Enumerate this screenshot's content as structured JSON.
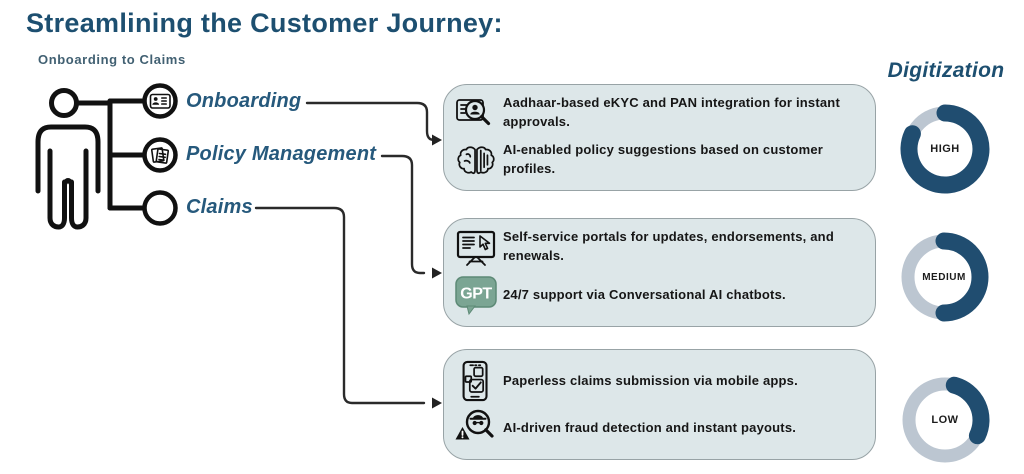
{
  "header": {
    "title": "Streamlining the Customer Journey:",
    "subtitle": "Onboarding to Claims"
  },
  "stages": [
    {
      "label": "Onboarding",
      "icon": "id-card-icon"
    },
    {
      "label": "Policy Management",
      "icon": "documents-icon"
    },
    {
      "label": "Claims",
      "icon": "green-check-icon"
    }
  ],
  "cards": [
    {
      "items": [
        {
          "icon": "ekyc-id-magnifier-icon",
          "text": "Aadhaar-based eKYC and PAN integration for instant approvals."
        },
        {
          "icon": "ai-brain-icon",
          "text": "AI-enabled policy suggestions based on customer profiles."
        }
      ]
    },
    {
      "items": [
        {
          "icon": "self-service-portal-icon",
          "text": "Self-service portals for updates, endorsements, and renewals."
        },
        {
          "icon": "gpt-chatbot-icon",
          "badge": "GPT",
          "text": "24/7 support via Conversational AI chatbots."
        }
      ]
    },
    {
      "items": [
        {
          "icon": "mobile-claims-icon",
          "text": "Paperless claims submission via mobile apps."
        },
        {
          "icon": "fraud-detection-icon",
          "text": "AI-driven fraud detection and instant payouts."
        }
      ]
    }
  ],
  "digitization": {
    "heading": "Digitization",
    "levels": [
      {
        "label": "HIGH",
        "value_pct": 82,
        "start_deg": 0
      },
      {
        "label": "MEDIUM",
        "value_pct": 50,
        "start_deg": 0
      },
      {
        "label": "LOW",
        "value_pct": 28,
        "start_deg": 15
      }
    ]
  },
  "colors": {
    "title_blue": "#1d4f70",
    "label_blue": "#26597c",
    "card_bg": "#dde7e9",
    "card_border": "#98a3a6",
    "donut_dark": "#204d70",
    "donut_light": "#bcc6d1",
    "check_green": "#2fae52",
    "gpt_green": "#7ba593",
    "line_black": "#2a2a2a"
  }
}
